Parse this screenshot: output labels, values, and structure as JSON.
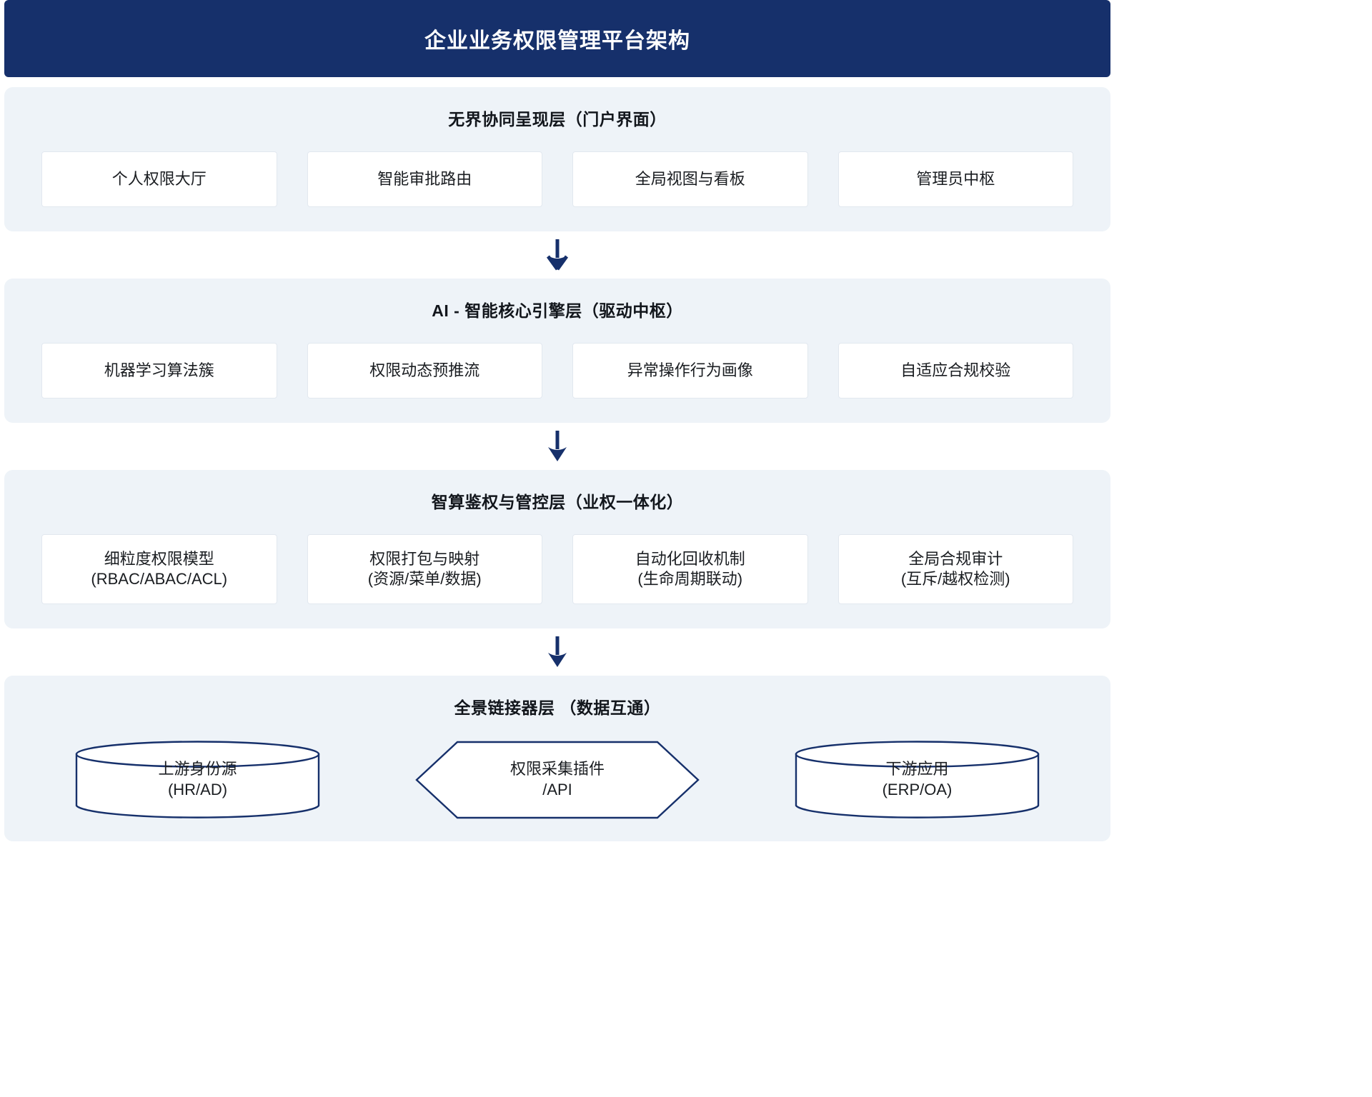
{
  "header": {
    "title": "企业业务权限管理平台架构",
    "bg_color": "#16306b",
    "text_color": "#ffffff"
  },
  "theme": {
    "layer_bg": "#eef3f8",
    "card_bg": "#ffffff",
    "accent": "#16306b",
    "arrow_color": "#16306b"
  },
  "layers": [
    {
      "title": "无界协同呈现层（门户界面）",
      "cards": [
        {
          "line1": "个人权限大厅"
        },
        {
          "line1": "智能审批路由"
        },
        {
          "line1": "全局视图与看板"
        },
        {
          "line1": "管理员中枢"
        }
      ]
    },
    {
      "title": "AI - 智能核心引擎层（驱动中枢）",
      "cards": [
        {
          "line1": "机器学习算法簇"
        },
        {
          "line1": "权限动态预推流"
        },
        {
          "line1": "异常操作行为画像"
        },
        {
          "line1": "自适应合规校验"
        }
      ]
    },
    {
      "title": "智算鉴权与管控层（业权一体化）",
      "cards": [
        {
          "line1": "细粒度权限模型",
          "line2": "(RBAC/ABAC/ACL)"
        },
        {
          "line1": "权限打包与映射",
          "line2": "(资源/菜单/数据)"
        },
        {
          "line1": "自动化回收机制",
          "line2": "(生命周期联动)"
        },
        {
          "line1": "全局合规审计",
          "line2": "(互斥/越权检测)"
        }
      ]
    },
    {
      "title": "全景链接器层 （数据互通）",
      "connectors": [
        {
          "shape": "cylinder",
          "line1": "上游身份源",
          "line2": "(HR/AD)"
        },
        {
          "shape": "hexagon",
          "line1": "权限采集插件",
          "line2": "/API"
        },
        {
          "shape": "cylinder",
          "line1": "下游应用",
          "line2": "(ERP/OA)"
        }
      ]
    }
  ],
  "arrows": [
    {
      "name": "arrow-layer1-to-layer2",
      "direction": "down"
    },
    {
      "name": "arrow-layer2-to-layer3",
      "direction": "down"
    },
    {
      "name": "arrow-layer3-to-layer4",
      "direction": "down"
    }
  ]
}
